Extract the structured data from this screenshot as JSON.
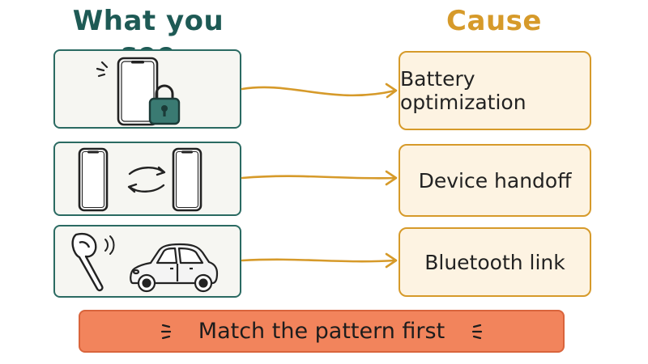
{
  "headings": {
    "left": "What you see",
    "right": "Cause"
  },
  "rows": [
    {
      "symptom_icons": [
        "phone-icon",
        "lock-icon"
      ],
      "cause": "Battery optimization"
    },
    {
      "symptom_icons": [
        "phone-icon",
        "swap-arrows-icon",
        "phone-icon"
      ],
      "cause": "Device handoff"
    },
    {
      "symptom_icons": [
        "earbud-icon",
        "car-icon"
      ],
      "cause": "Bluetooth link"
    }
  ],
  "banner": {
    "text": "Match the pattern first"
  },
  "colors": {
    "teal": "#2a6a62",
    "mustard": "#d69a2a",
    "banner": "#f2845c",
    "cause_fill": "#fdf3e2"
  }
}
